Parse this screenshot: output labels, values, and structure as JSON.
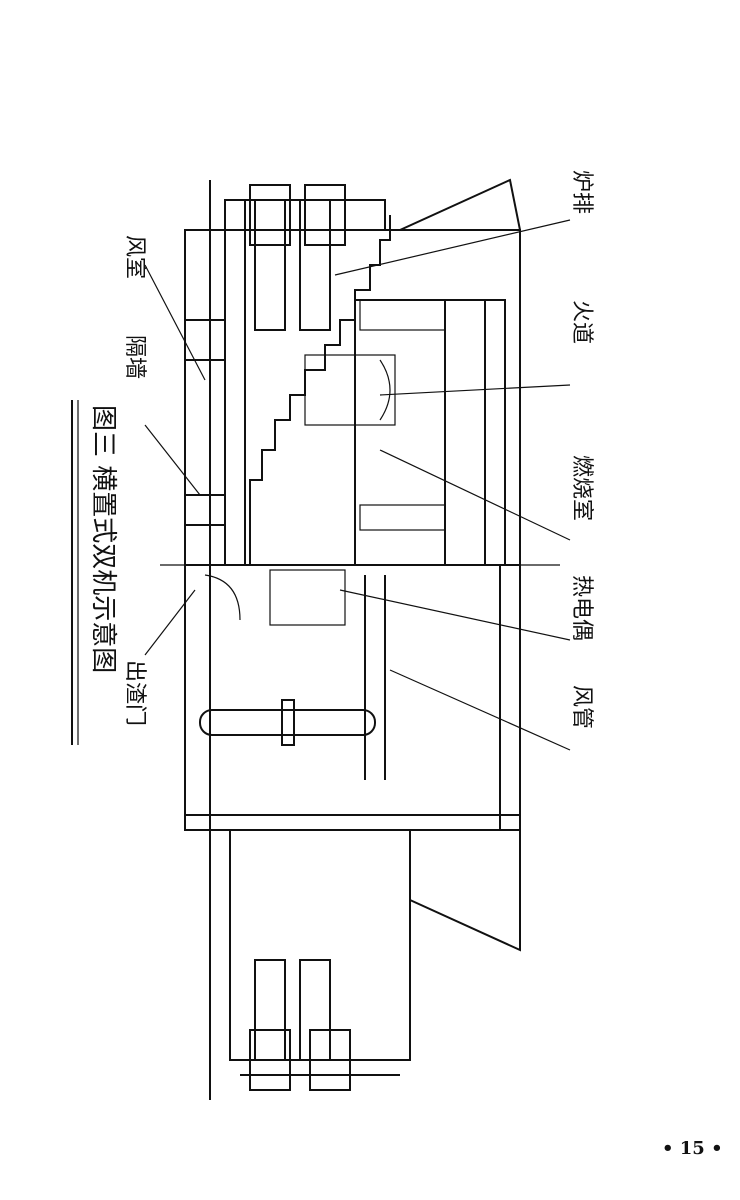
{
  "figure": {
    "title": "图三 横置式双机示意图",
    "labels": {
      "wind_chamber": "风室",
      "partition_wall": "隔墙",
      "slag_door": "出渣门",
      "grate": "炉排",
      "fire_channel": "火道",
      "combustion_chamber": "燃烧室",
      "thermocouple": "热电偶",
      "air_duct": "风管"
    }
  },
  "page_number": "• 15 •"
}
